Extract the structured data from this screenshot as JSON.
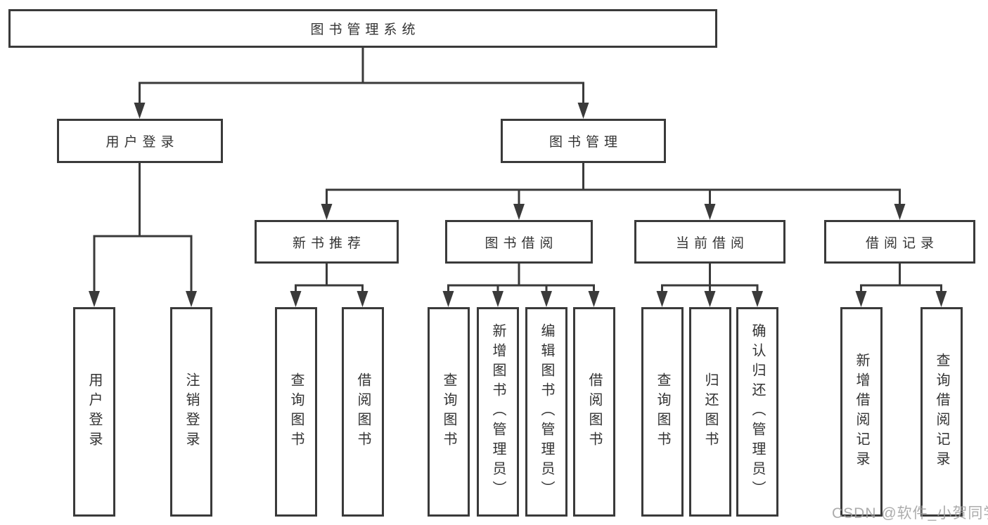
{
  "diagram": {
    "title": "图书管理系统",
    "nodes": {
      "root": {
        "label": "图书管理系统"
      },
      "user_login": {
        "label": "用户登录"
      },
      "book_mgmt": {
        "label": "图书管理"
      },
      "new_book_rec": {
        "label": "新书推荐"
      },
      "book_borrow": {
        "label": "图书借阅"
      },
      "current_borrow": {
        "label": "当前借阅"
      },
      "borrow_records": {
        "label": "借阅记录"
      },
      "leaf_user_login": {
        "label": "用户登录"
      },
      "leaf_logout": {
        "label": "注销登录"
      },
      "leaf_query_books_a": {
        "label": "查询图书"
      },
      "leaf_borrow_books_a": {
        "label": "借阅图书"
      },
      "leaf_query_books_b": {
        "label": "查询图书"
      },
      "leaf_add_book": {
        "label": "新增图书（管理员）"
      },
      "leaf_edit_book": {
        "label": "编辑图书（管理员）"
      },
      "leaf_borrow_books_b": {
        "label": "借阅图书"
      },
      "leaf_query_books_c": {
        "label": "查询图书"
      },
      "leaf_return_book": {
        "label": "归还图书"
      },
      "leaf_confirm_return": {
        "label": "确认归还（管理员）"
      },
      "leaf_add_record": {
        "label": "新增借阅记录"
      },
      "leaf_query_record": {
        "label": "查询借阅记录"
      }
    },
    "hierarchy": {
      "图书管理系统": {
        "用户登录": [
          "用户登录",
          "注销登录"
        ],
        "图书管理": {
          "新书推荐": [
            "查询图书",
            "借阅图书"
          ],
          "图书借阅": [
            "查询图书",
            "新增图书（管理员）",
            "编辑图书（管理员）",
            "借阅图书"
          ],
          "当前借阅": [
            "查询图书",
            "归还图书",
            "确认归还（管理员）"
          ],
          "借阅记录": [
            "新增借阅记录",
            "查询借阅记录"
          ]
        }
      }
    },
    "colors": {
      "line": "#3a3a3a",
      "border": "#3a3a3a",
      "text": "#333333",
      "background": "#ffffff",
      "watermark": "#9e9e9e"
    }
  },
  "watermark": {
    "text": "CSDN @软件_小贺同学"
  }
}
